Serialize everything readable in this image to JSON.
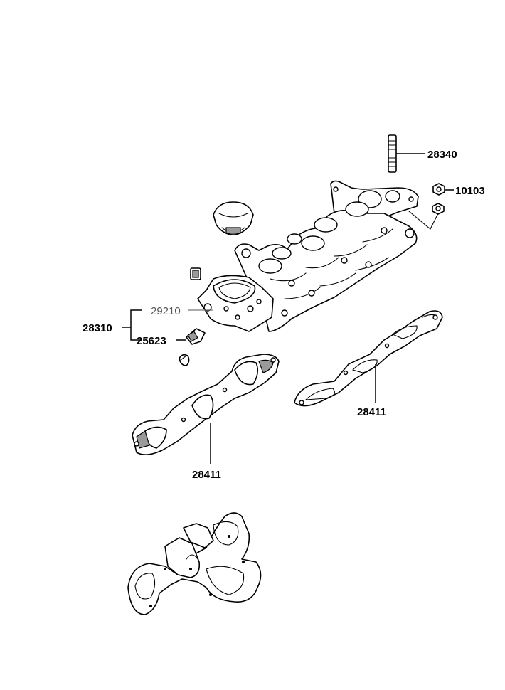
{
  "labels": {
    "stud_bolt": "28340",
    "nut": "10103",
    "throttle_gasket": "29210",
    "manifold_assy": "28310",
    "bolt": "25623",
    "gasket_right": "28411",
    "gasket_left": "28411"
  }
}
